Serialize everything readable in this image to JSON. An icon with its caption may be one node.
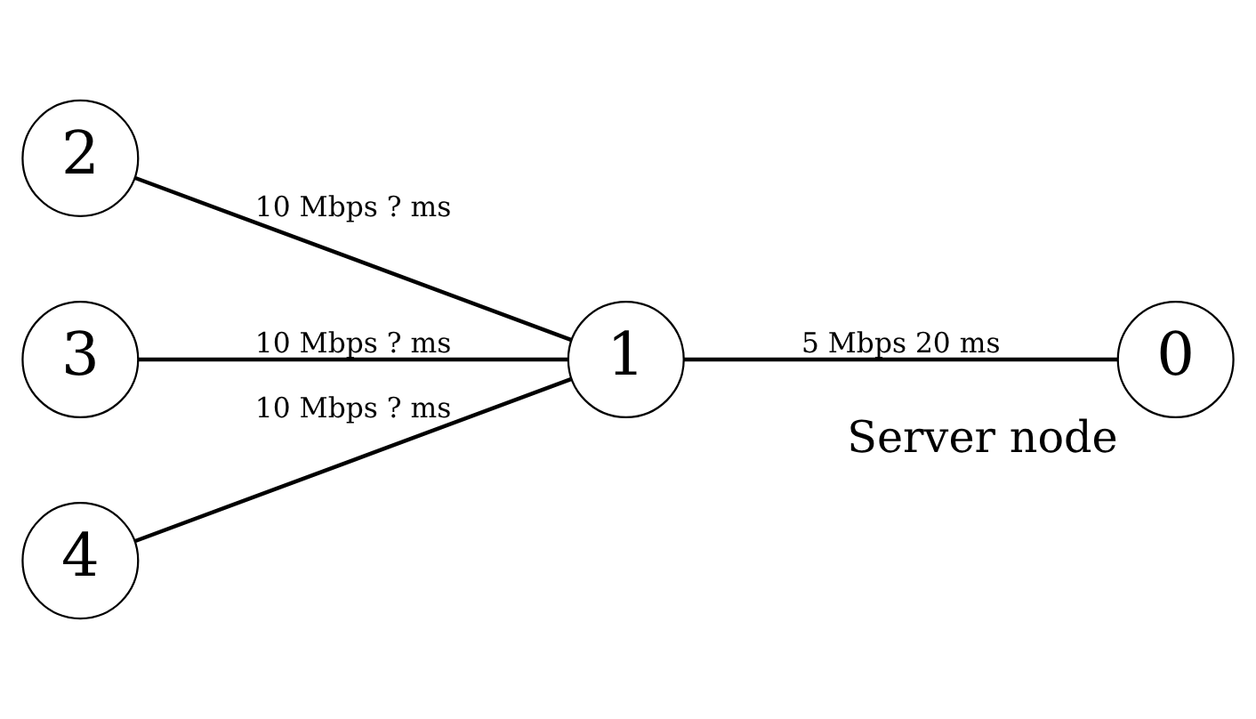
{
  "diagram": {
    "nodes": [
      {
        "text": [
          "2"
        ]
      },
      {
        "text": [
          "3"
        ]
      },
      {
        "text": [
          "4"
        ]
      },
      {
        "text": [
          "1"
        ]
      },
      {
        "text": [
          "0"
        ],
        "beside": [
          "Server node"
        ]
      }
    ],
    "edges": [
      {
        "from": 0,
        "to": 3,
        "arrow": "none",
        "label": "10 Mbps ? ms"
      },
      {
        "from": 1,
        "to": 3,
        "arrow": "none",
        "label": "10 Mbps ? ms"
      },
      {
        "from": 2,
        "to": 3,
        "arrow": "none",
        "label": "10 Mbps ? ms"
      },
      {
        "from": 3,
        "to": 4,
        "arrow": "none",
        "label": "5 Mbps 20 ms"
      }
    ]
  }
}
